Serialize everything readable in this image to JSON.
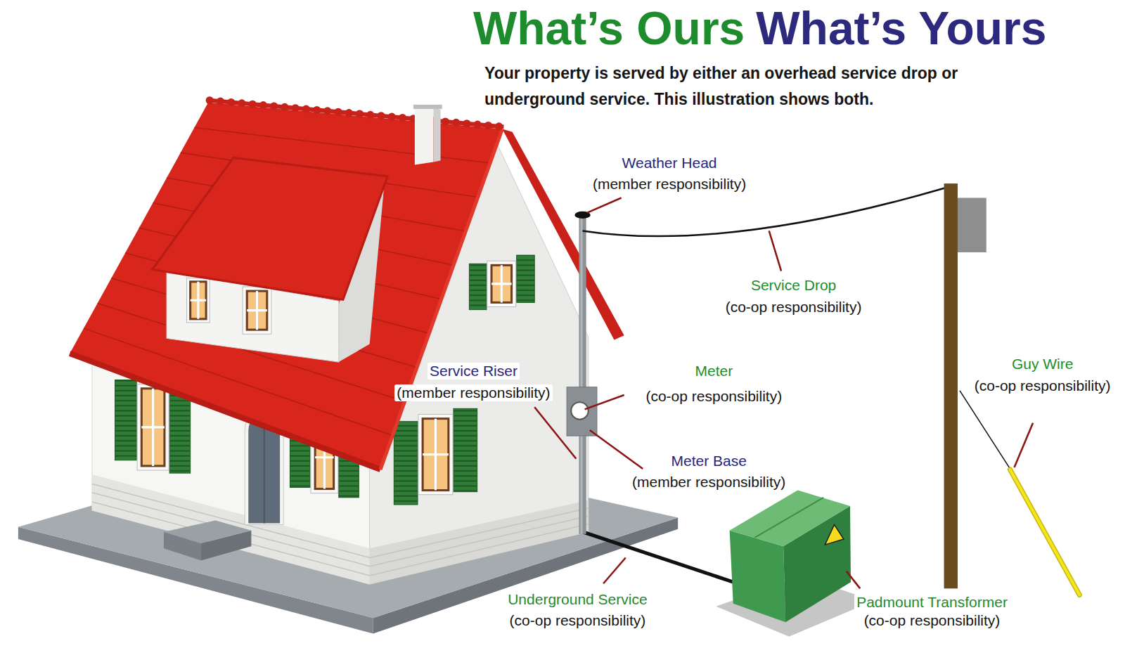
{
  "diagram": {
    "title": "What’s Ours",
    "caption": "Your property is served by either an overhead service drop or underground service. This illustration shows both.",
    "labels": [
      "What’s Yours",
      "Weather Head",
      "(member responsibility)",
      "Service Drop",
      "(co-op responsibility)",
      "Guy Wire",
      "(co-op responsibility)",
      "Service Riser",
      "(member responsibility)",
      "Meter",
      "(co-op responsibility)",
      "Meter Base",
      "(member responsibility)",
      "Underground Service",
      "(co-op responsibility)",
      "Padmount Transformer",
      "(co-op responsibility)"
    ]
  }
}
